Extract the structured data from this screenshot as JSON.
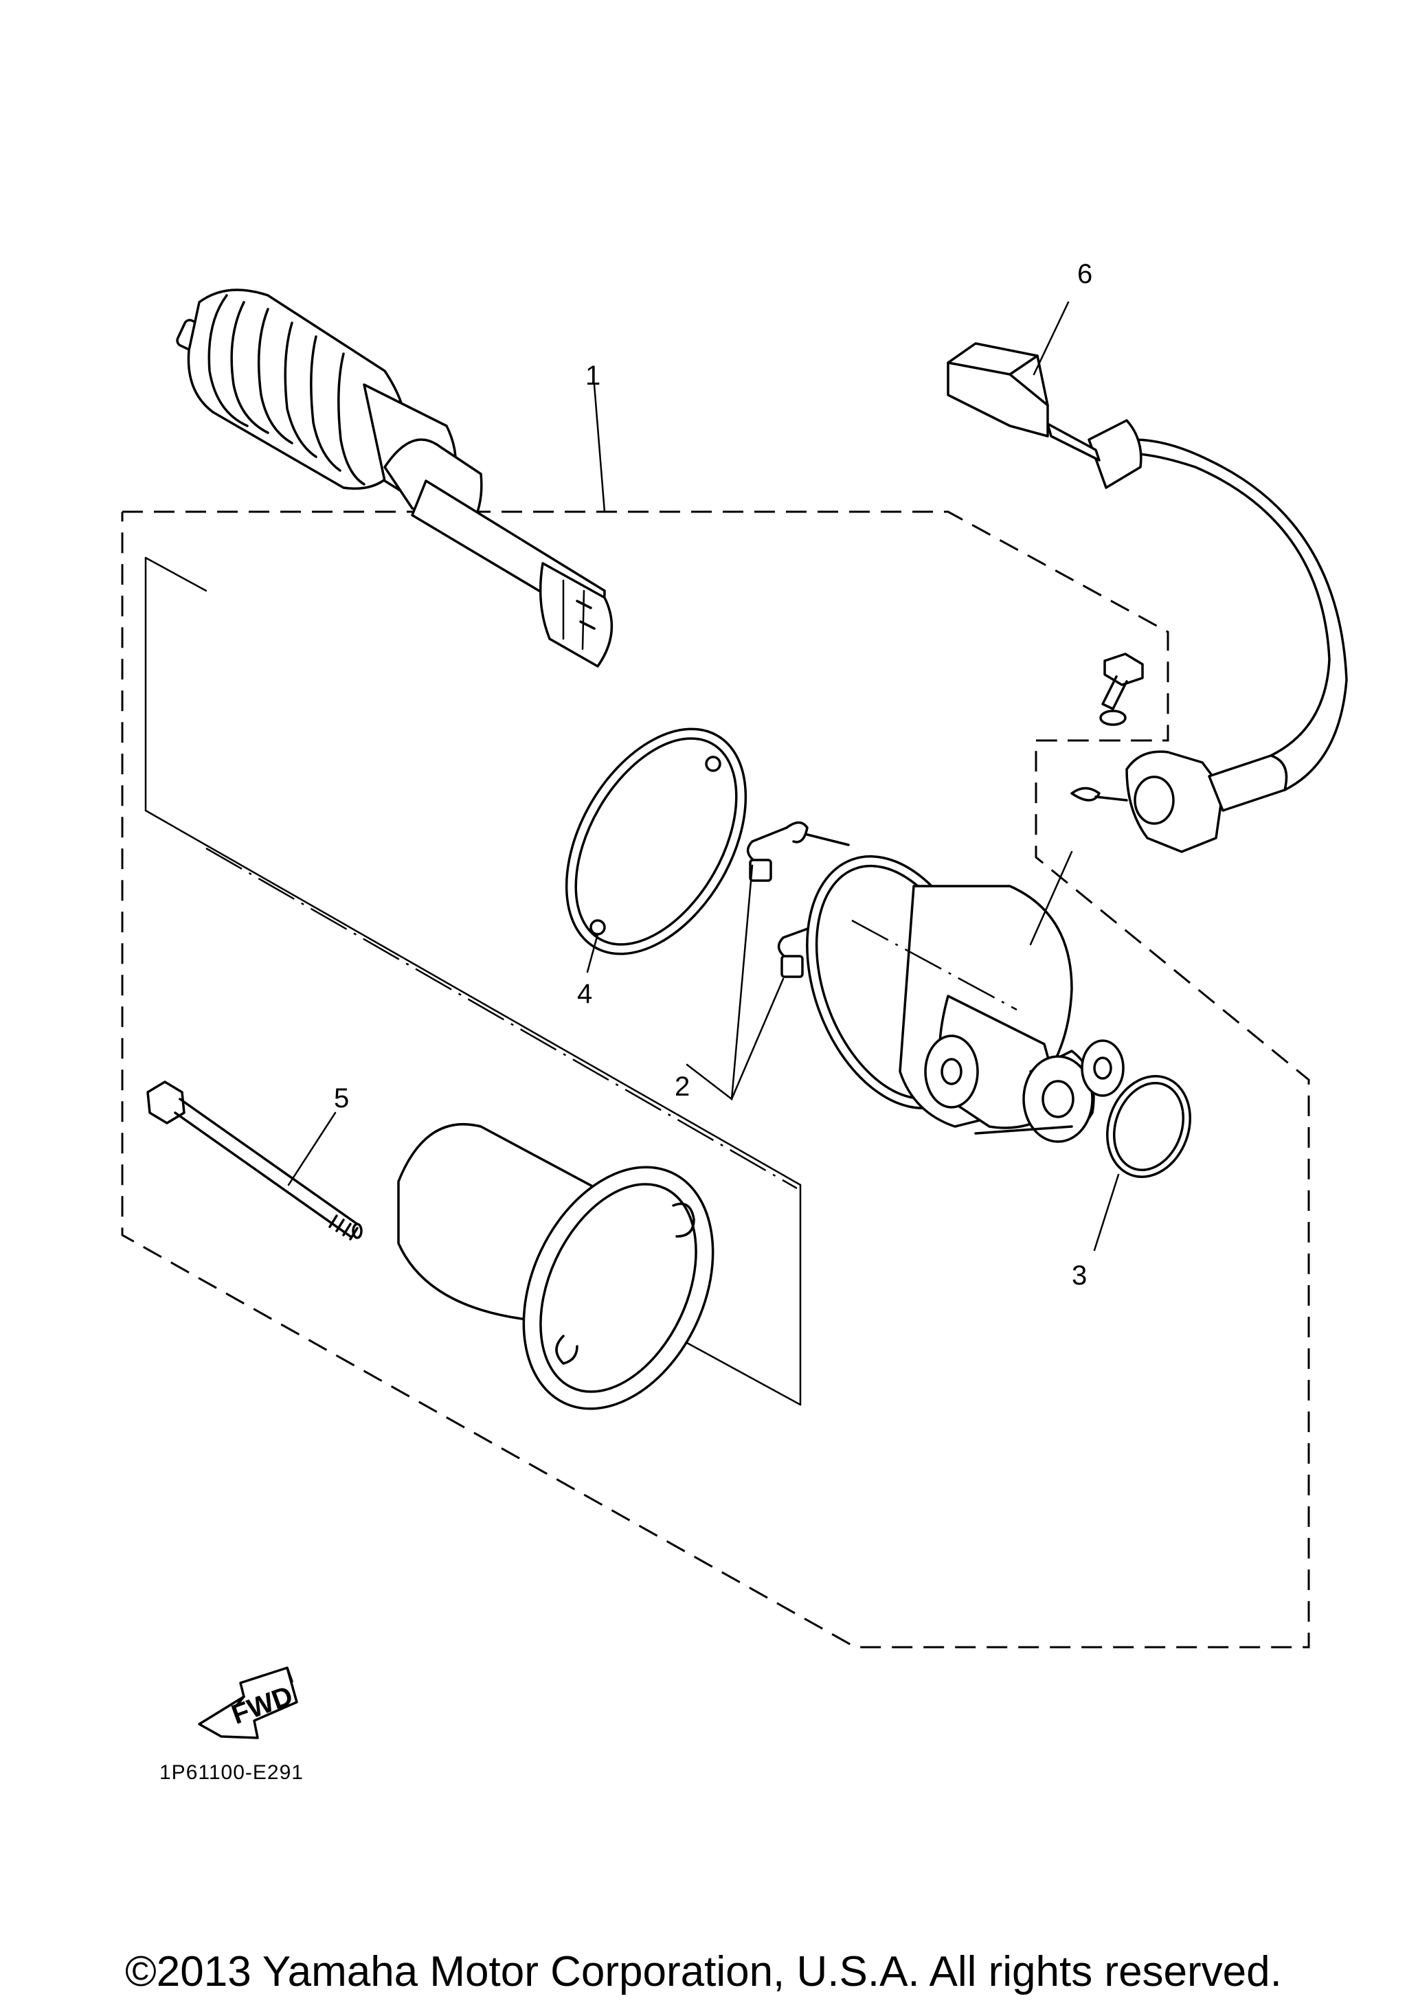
{
  "callouts": [
    {
      "id": "1",
      "label": "1"
    },
    {
      "id": "2",
      "label": "2"
    },
    {
      "id": "3",
      "label": "3"
    },
    {
      "id": "4",
      "label": "4"
    },
    {
      "id": "5",
      "label": "5"
    },
    {
      "id": "6",
      "label": "6"
    }
  ],
  "fwd_label": "FWD",
  "diagram_code": "1P61100-E291",
  "copyright": "©2013 Yamaha Motor Corporation, U.S.A. All rights reserved."
}
